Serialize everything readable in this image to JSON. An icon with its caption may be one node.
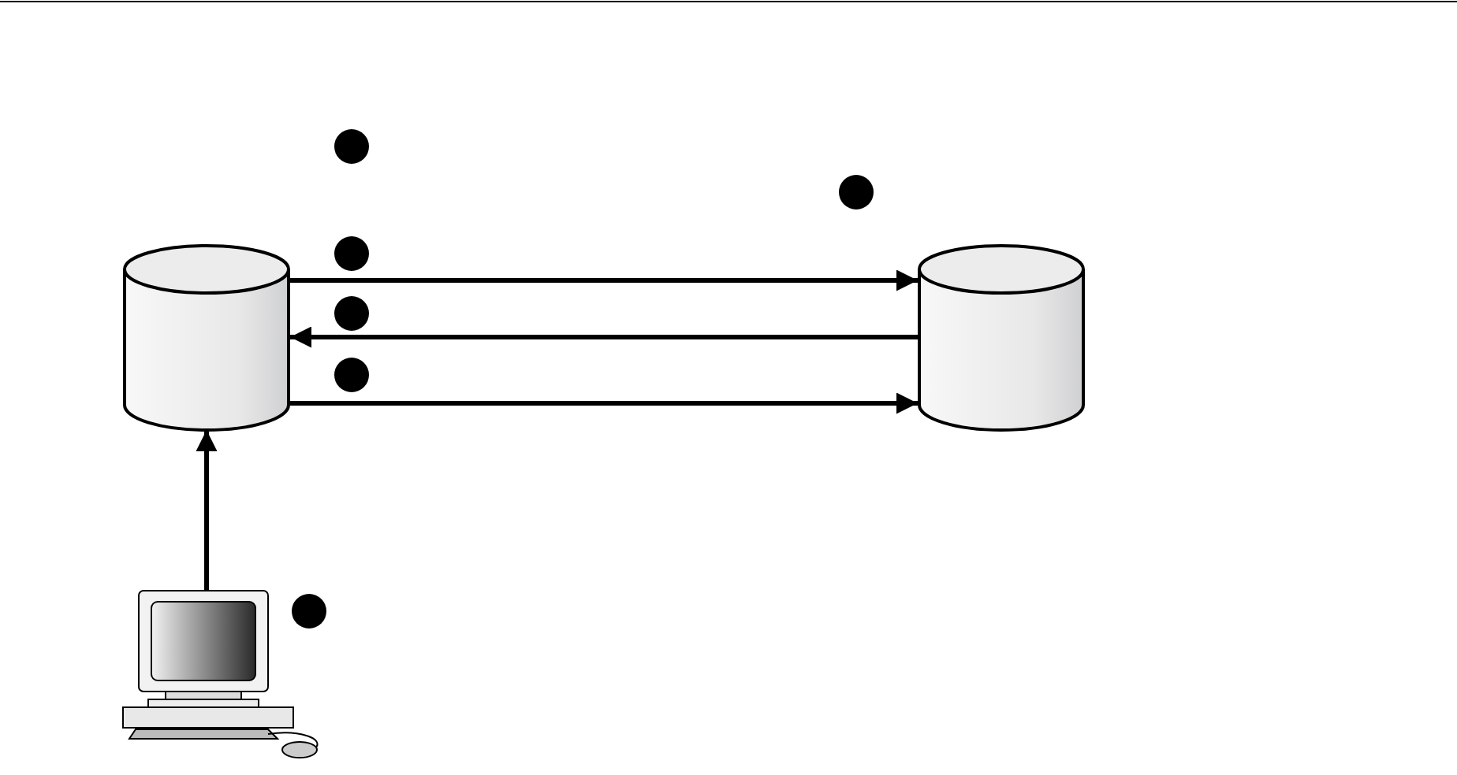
{
  "diagram": {
    "nodes": [
      {
        "text": [],
        "shape": "cylinder"
      },
      {
        "text": [],
        "shape": "cylinder"
      },
      {
        "text": [],
        "shape": "picture"
      }
    ],
    "edges": [
      {
        "from": 0,
        "to": 1,
        "arrow": "to"
      },
      {
        "from": 1,
        "to": 0,
        "arrow": "to"
      },
      {
        "from": 0,
        "to": 1,
        "arrow": "to"
      },
      {
        "from": 2,
        "to": 0,
        "arrow": "to"
      }
    ]
  }
}
